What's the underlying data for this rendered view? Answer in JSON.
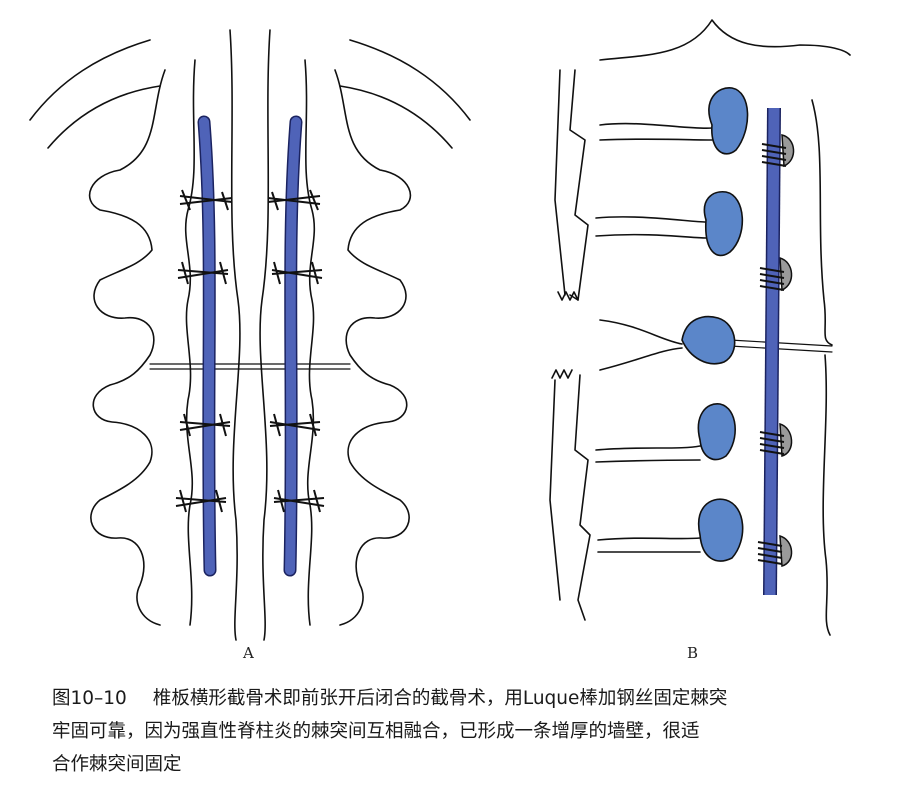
{
  "panels": {
    "a": "A",
    "b": "B"
  },
  "caption": {
    "number": "图10–10",
    "lines": [
      "椎板横形截骨术即前张开后闭合的截骨术，用Luque棒加钢丝固定棘突",
      "牢固可靠，因为强直性脊柱炎的棘突间互相融合，已形成一条增厚的墙壁，很适",
      "合作棘突间固定"
    ]
  },
  "colors": {
    "rod": "#4f63b8",
    "rod_edge": "#1b2360",
    "process": "#5b86c9",
    "outline": "#111111"
  }
}
